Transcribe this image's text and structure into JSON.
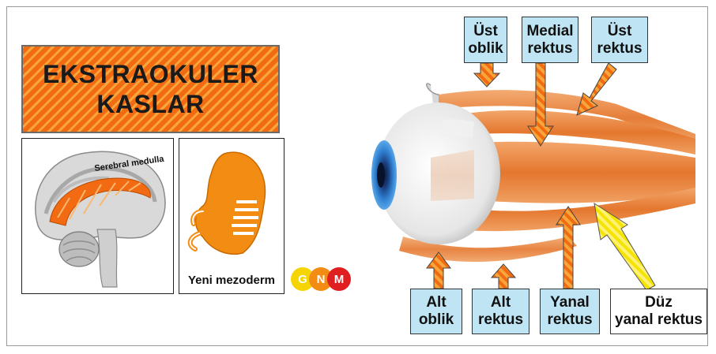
{
  "title": {
    "line1": "EKSTRAOKULER",
    "line2": "KASLAR"
  },
  "brain": {
    "label": "Serebral medulla"
  },
  "embryo": {
    "caption": "Yeni mezoderm"
  },
  "logo": {
    "g": "G",
    "n": "N",
    "m": "M"
  },
  "muscles": {
    "ust_oblik": {
      "line1": "Üst",
      "line2": "oblik"
    },
    "medial_rektus": {
      "line1": "Medial",
      "line2": "rektus"
    },
    "ust_rektus": {
      "line1": "Üst",
      "line2": "rektus"
    },
    "alt_oblik": {
      "line1": "Alt",
      "line2": "oblik"
    },
    "alt_rektus": {
      "line1": "Alt",
      "line2": "rektus"
    },
    "yanal_rektus": {
      "line1": "Yanal",
      "line2": "rektus"
    },
    "duz_yanal_rektus": {
      "line1": "Düz",
      "line2": "yanal rektus"
    }
  },
  "colors": {
    "orange": "#f26a12",
    "orange_light": "#f7a63c",
    "label_blue": "#bfe4f3",
    "yellow": "#f5e400",
    "muscle": "#e9823a"
  }
}
